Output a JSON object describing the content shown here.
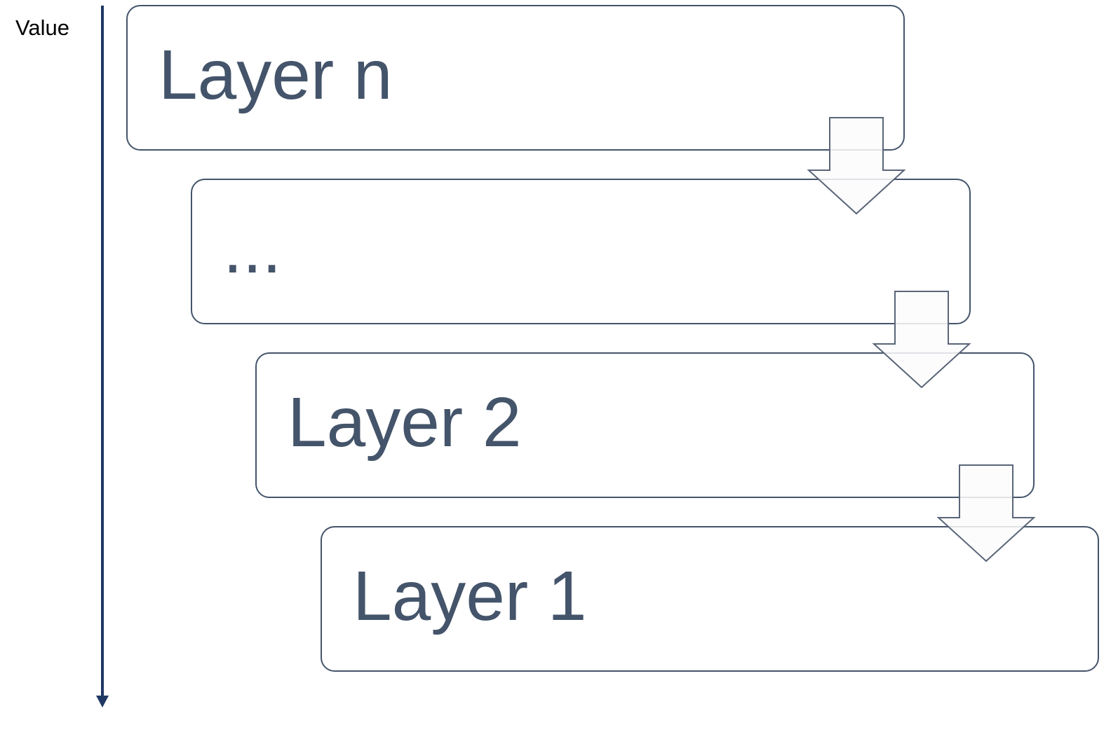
{
  "axis": {
    "label": "Value"
  },
  "layers": [
    {
      "label": "Layer n"
    },
    {
      "label": "..."
    },
    {
      "label": "Layer 2"
    },
    {
      "label": "Layer 1"
    }
  ],
  "colors": {
    "text": "#44546a",
    "border": "#44546a",
    "axis": "#1f3864",
    "arrow_stroke": "#5a6578",
    "arrow_fill": "#fbfbfb"
  }
}
